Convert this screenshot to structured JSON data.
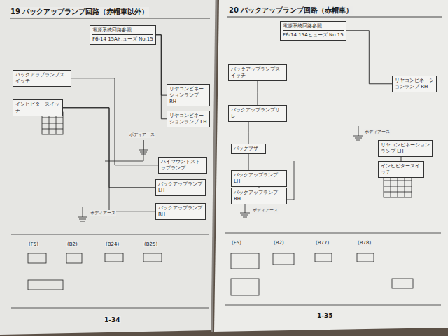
{
  "diagram": {
    "nodes": [
      {
        "text": [
          "電源系統回路参照",
          "F6-14 15Aヒューズ No.15"
        ]
      },
      {
        "text": [
          "バックアップランプスイッチ"
        ]
      },
      {
        "text": [
          "インヒビタースイッチ"
        ]
      },
      {
        "text": [
          "リヤコンビネーションランプ RH"
        ]
      },
      {
        "text": [
          "リヤコンビネーションランプ LH"
        ]
      },
      {
        "text": [
          "ハイマウントストップランプ"
        ]
      },
      {
        "text": [
          "バックアップランプ LH"
        ]
      },
      {
        "text": [
          "バックアップランプ RH"
        ]
      },
      {
        "text": [
          "電源系統回路参照",
          "F6-14 15Aヒューズ No.15"
        ]
      },
      {
        "text": [
          "バックアップランプスイッチ"
        ]
      },
      {
        "text": [
          "バックアップランプリレー"
        ]
      },
      {
        "text": [
          "バックブザー"
        ]
      },
      {
        "text": [
          "リヤコンビネーションランプ RH"
        ]
      },
      {
        "text": [
          "リヤコンビネーションランプ LH"
        ]
      },
      {
        "text": [
          "インヒビタースイッチ"
        ]
      },
      {
        "text": [
          "バックアップランプ LH"
        ]
      },
      {
        "text": [
          "バックアップランプ RH"
        ]
      }
    ],
    "edges": [
      {
        "from": 0,
        "to": 3,
        "arrow": "none"
      },
      {
        "from": 0,
        "to": 4,
        "arrow": "none"
      },
      {
        "from": 1,
        "to": 5,
        "arrow": "none"
      },
      {
        "from": 2,
        "to": 6,
        "arrow": "none"
      },
      {
        "from": 2,
        "to": 7,
        "arrow": "none"
      },
      {
        "from": 8,
        "to": 12,
        "arrow": "none"
      },
      {
        "from": 9,
        "to": 10,
        "arrow": "none"
      },
      {
        "from": 10,
        "to": 11,
        "arrow": "none"
      },
      {
        "from": 11,
        "to": 15,
        "arrow": "none"
      },
      {
        "from": 15,
        "to": 16,
        "arrow": "none"
      },
      {
        "from": 13,
        "to": 14,
        "arrow": "none"
      }
    ],
    "labels": [
      "19 バックアップランプ回路（赤帽車以外）",
      "20 バックアップランプ回路（赤帽車）",
      "ボディアース",
      "ボディアース",
      "ボディアース",
      "ボディアース",
      "(F5)",
      "(B2)",
      "(B24)",
      "(B25)",
      "(F5)",
      "(B2)",
      "(B77)",
      "(B78)",
      "1-34",
      "1-35"
    ]
  }
}
